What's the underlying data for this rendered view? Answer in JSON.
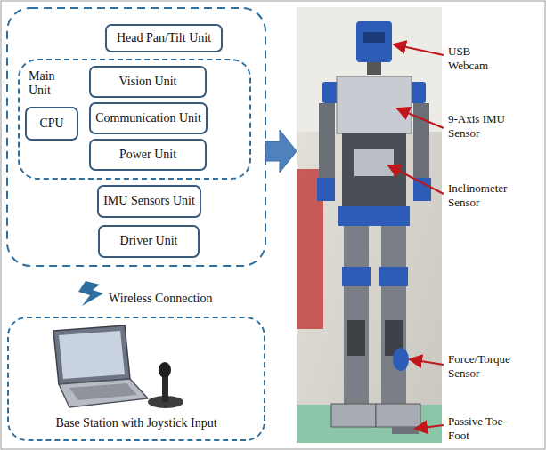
{
  "diagram": {
    "nodes": [
      {
        "text": [
          "Head Pan/Tilt Unit"
        ]
      },
      {
        "text": [
          "Main Unit"
        ]
      },
      {
        "text": [
          "CPU"
        ],
        "in": 1
      },
      {
        "text": [
          "Vision Unit"
        ],
        "in": 1
      },
      {
        "text": [
          "Communication Unit"
        ],
        "in": 1
      },
      {
        "text": [
          "Power Unit"
        ],
        "in": 1
      },
      {
        "text": [
          "IMU Sensors Unit"
        ]
      },
      {
        "text": [
          "Driver Unit"
        ]
      },
      {
        "text": [
          "Base Station with Joystick Input"
        ]
      }
    ],
    "labels": [
      "Wireless Connection",
      "USB Webcam",
      "9-Axis IMU Sensor",
      "Inclinometer Sensor",
      "Force/Torque Sensor",
      "Passive Toe-Foot"
    ]
  }
}
